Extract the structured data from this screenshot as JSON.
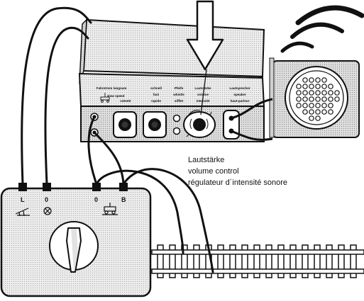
{
  "sound_unit": {
    "columns": [
      {
        "lines": [
          "Fahrstrom langsam",
          "slow speed",
          "ralentir"
        ]
      },
      {
        "lines": [
          "schnell",
          "fast",
          "rapide"
        ]
      },
      {
        "lines": [
          "Pfeife",
          "whistle",
          "sifflet"
        ]
      },
      {
        "lines": [
          "Lautstärke",
          "volume",
          "intensité"
        ]
      },
      {
        "lines": [
          "Lautsprecher",
          "speaker",
          "haut-parleur"
        ]
      }
    ]
  },
  "callout": {
    "lines": [
      "Lautstärke",
      "volume control",
      "régulateur d´intensité sonore"
    ]
  },
  "transformer": {
    "terminals": [
      "L",
      "0",
      "0",
      "B"
    ]
  },
  "colors": {
    "ink": "#111111",
    "panel_fill": "#e6e6e6",
    "face_fill": "#d8d8d8"
  },
  "icons": [
    "down-arrow-icon",
    "sound-waves-icon",
    "speaker-grille-icon",
    "track-symbol-icon",
    "bulb-symbol-icon",
    "locomotive-symbol-icon",
    "knob-icon"
  ]
}
